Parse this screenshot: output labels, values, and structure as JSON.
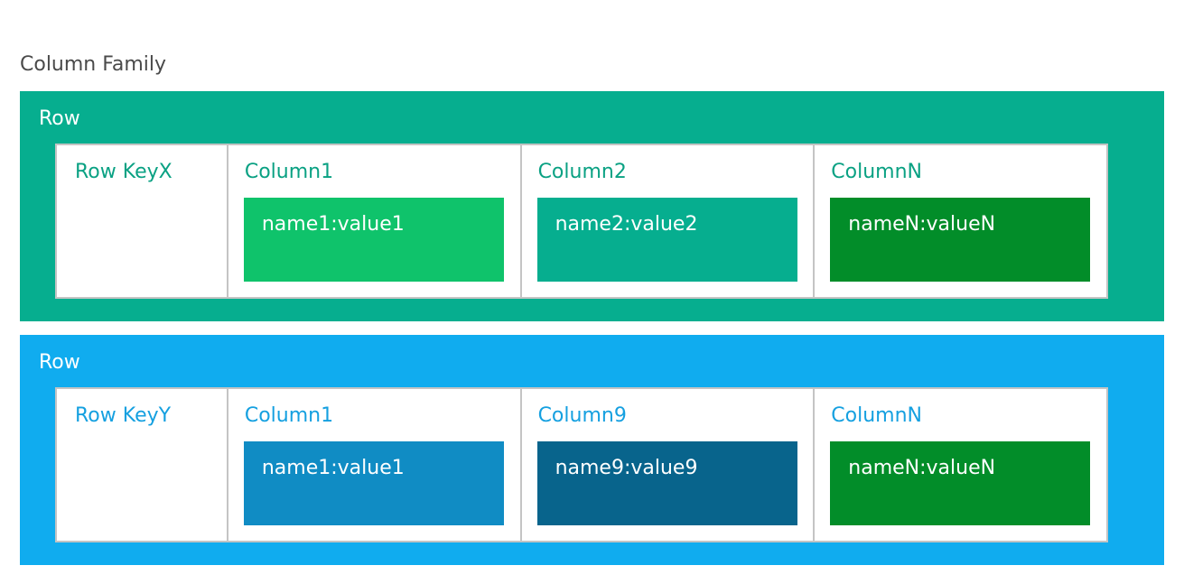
{
  "title": "Column Family",
  "rows": [
    {
      "label": "Row",
      "color": "#06ae8f",
      "text_color": "#0aa183",
      "key": "Row KeyX",
      "columns": [
        {
          "name": "Column1",
          "value": "name1:value1",
          "color": "#0fc36b"
        },
        {
          "name": "Column2",
          "value": "name2:value2",
          "color": "#06ae8f"
        },
        {
          "name": "ColumnN",
          "value": "nameN:valueN",
          "color": "#028d29"
        }
      ]
    },
    {
      "label": "Row",
      "color": "#10acef",
      "text_color": "#15a0e0",
      "key": "Row KeyY",
      "columns": [
        {
          "name": "Column1",
          "value": "name1:value1",
          "color": "#108cc4"
        },
        {
          "name": "Column9",
          "value": "name9:value9",
          "color": "#08648c"
        },
        {
          "name": "ColumnN",
          "value": "nameN:valueN",
          "color": "#028d29"
        }
      ]
    }
  ]
}
